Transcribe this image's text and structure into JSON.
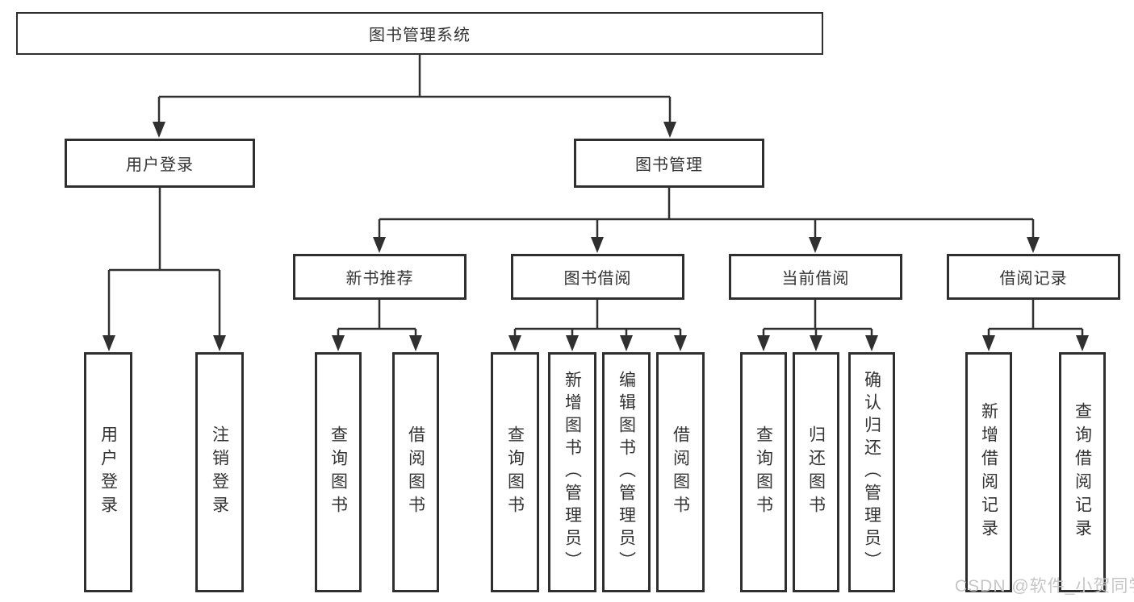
{
  "nodes": {
    "root": "图书管理系统",
    "user_login": "用户登录",
    "book_mgmt": "图书管理",
    "new_book_rec": "新书推荐",
    "book_borrow": "图书借阅",
    "current_borrow": "当前借阅",
    "borrow_records": "借阅记录",
    "ul_user_login": "用户登录",
    "ul_logout": "注销登录",
    "nb_query_book": "查询图书",
    "nb_borrow_book": "借阅图书",
    "bb_query_book": "查询图书",
    "bb_add_book": "新增图书（管理员）",
    "bb_edit_book": "编辑图书（管理员）",
    "bb_borrow_book": "借阅图书",
    "cb_query_book": "查询图书",
    "cb_return_book": "归还图书",
    "cb_confirm_return": "确认归还（管理员）",
    "br_add_record": "新增借阅记录",
    "br_query_record": "查询借阅记录"
  },
  "colors": {
    "line": "#303030",
    "text": "#333333",
    "watermark": "#c6c6c6"
  },
  "watermark": "CSDN @软件_小贺同学"
}
